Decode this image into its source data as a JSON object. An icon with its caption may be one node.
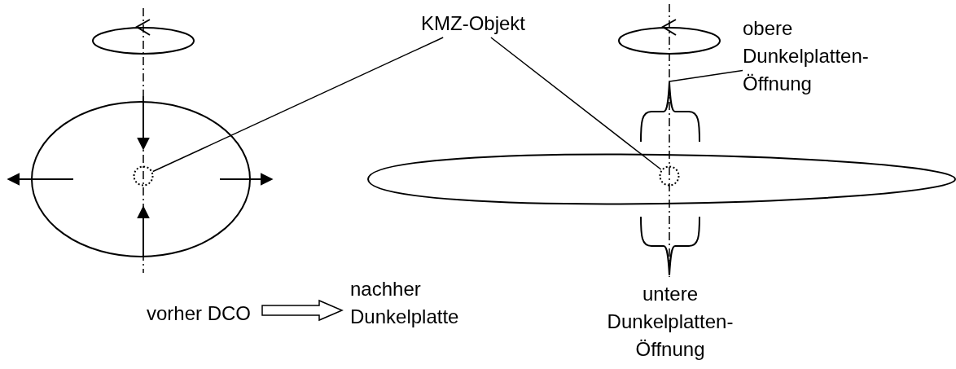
{
  "diagram": {
    "nodes": [
      {
        "text": [
          "KMZ-Objekt"
        ]
      },
      {
        "text": [],
        "shape": "circle"
      },
      {
        "text": [],
        "shape": "circle"
      },
      {
        "text": [
          "obere Dunkelplatten- Öffnung"
        ]
      },
      {
        "text": [],
        "shape": "bracket"
      },
      {
        "text": [
          "vorher DCO"
        ]
      },
      {
        "text": [
          "nachher Dunkelplatte"
        ]
      }
    ],
    "edges": [
      {
        "from": 0,
        "to": 1,
        "arrow": "none"
      },
      {
        "from": 0,
        "to": 2,
        "arrow": "none"
      },
      {
        "from": 3,
        "to": 4,
        "arrow": "none"
      },
      {
        "from": 5,
        "to": 6,
        "arrow": "to"
      }
    ],
    "labels": [
      "untere Dunkelplatten- Öffnung"
    ]
  }
}
